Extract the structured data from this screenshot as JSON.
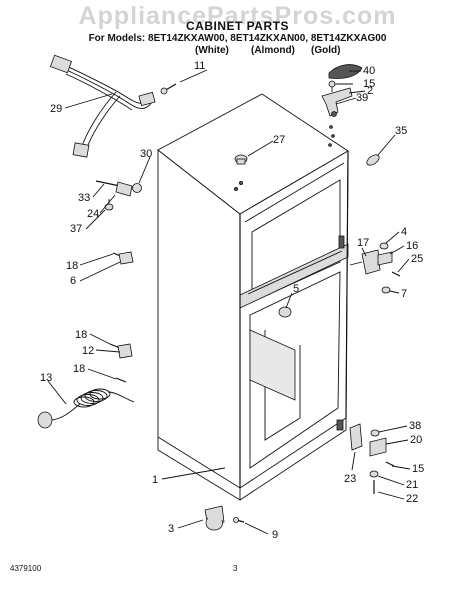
{
  "watermark": "AppliancePartsPros.com",
  "header": {
    "title": "CABINET PARTS",
    "models": "For Models: 8ET14ZKXAW00, 8ET14ZKXAN00, 8ET14ZKXAG00",
    "colors": [
      "(White)",
      "(Almond)",
      "(Gold)"
    ]
  },
  "callouts": [
    {
      "label": "11"
    },
    {
      "label": "29"
    },
    {
      "label": "27"
    },
    {
      "label": "30"
    },
    {
      "label": "33"
    },
    {
      "label": "24"
    },
    {
      "label": "37"
    },
    {
      "label": "18"
    },
    {
      "label": "6"
    },
    {
      "label": "18"
    },
    {
      "label": "12"
    },
    {
      "label": "18"
    },
    {
      "label": "13"
    },
    {
      "label": "40"
    },
    {
      "label": "15"
    },
    {
      "label": "2"
    },
    {
      "label": "39"
    },
    {
      "label": "35"
    },
    {
      "label": "17"
    },
    {
      "label": "4"
    },
    {
      "label": "16"
    },
    {
      "label": "25"
    },
    {
      "label": "7"
    },
    {
      "label": "5"
    },
    {
      "label": "38"
    },
    {
      "label": "20"
    },
    {
      "label": "15"
    },
    {
      "label": "21"
    },
    {
      "label": "22"
    },
    {
      "label": "23"
    },
    {
      "label": "1"
    },
    {
      "label": "3"
    },
    {
      "label": "9"
    }
  ],
  "footer": {
    "doc_number": "4379100",
    "page_number": "3"
  }
}
